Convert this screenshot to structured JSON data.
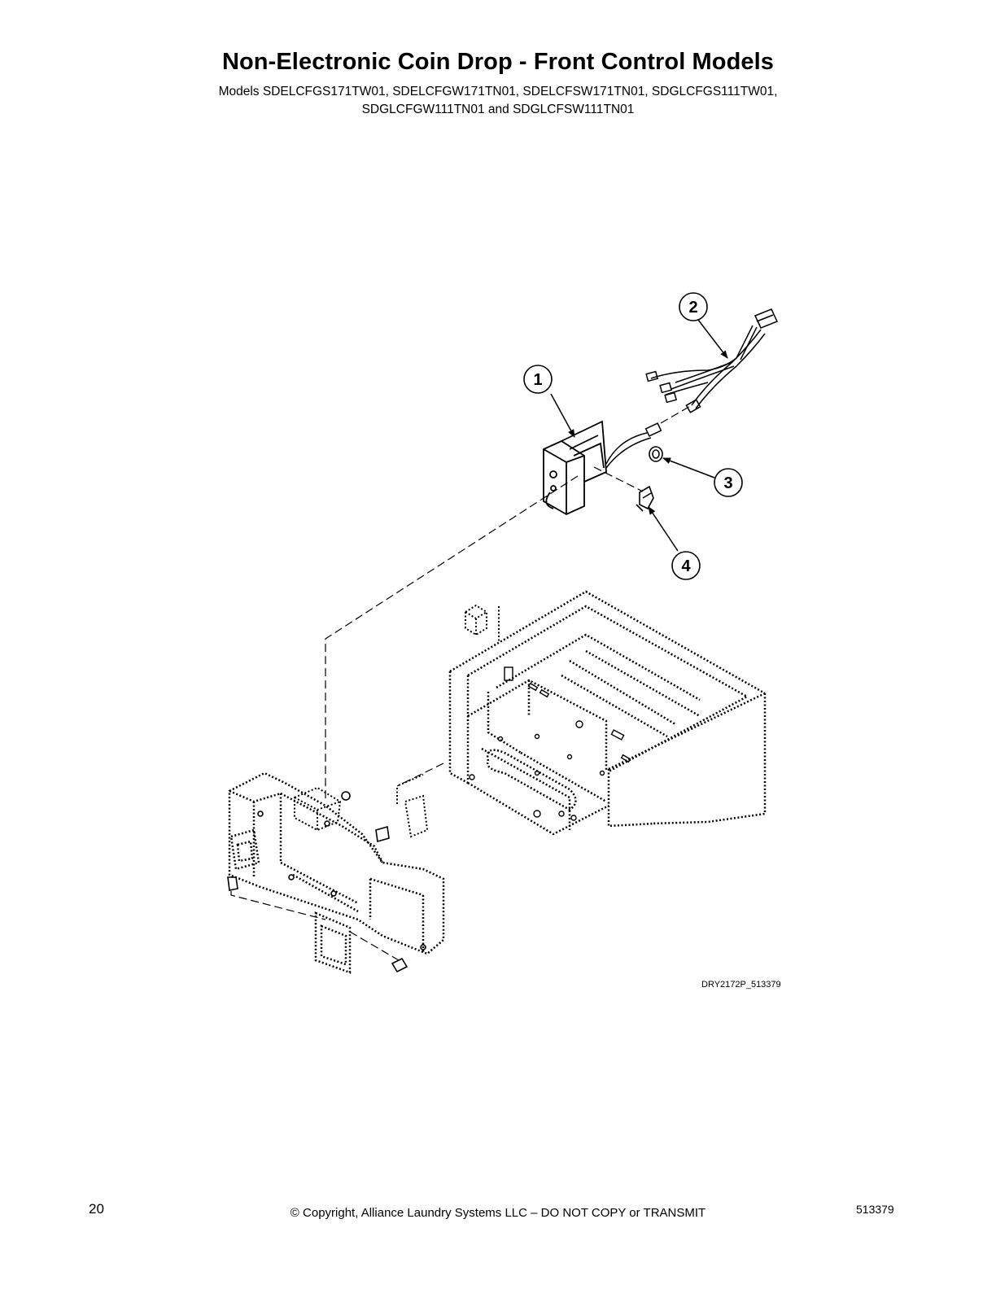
{
  "page": {
    "title": "Non-Electronic Coin Drop - Front Control Models",
    "models_line1": "Models SDELCFGS171TW01, SDELCFGW171TN01, SDELCFSW171TN01, SDGLCFGS111TW01,",
    "models_line2": "SDGLCFGW111TN01 and SDGLCFSW111TN01"
  },
  "diagram": {
    "drawing_id": "DRY2172P_513379",
    "callouts": [
      {
        "label": "1"
      },
      {
        "label": "2"
      },
      {
        "label": "3"
      },
      {
        "label": "4"
      }
    ]
  },
  "footer": {
    "page_number": "20",
    "copyright": "© Copyright, Alliance Laundry Systems LLC – DO NOT COPY or TRANSMIT",
    "doc_number": "513379"
  }
}
